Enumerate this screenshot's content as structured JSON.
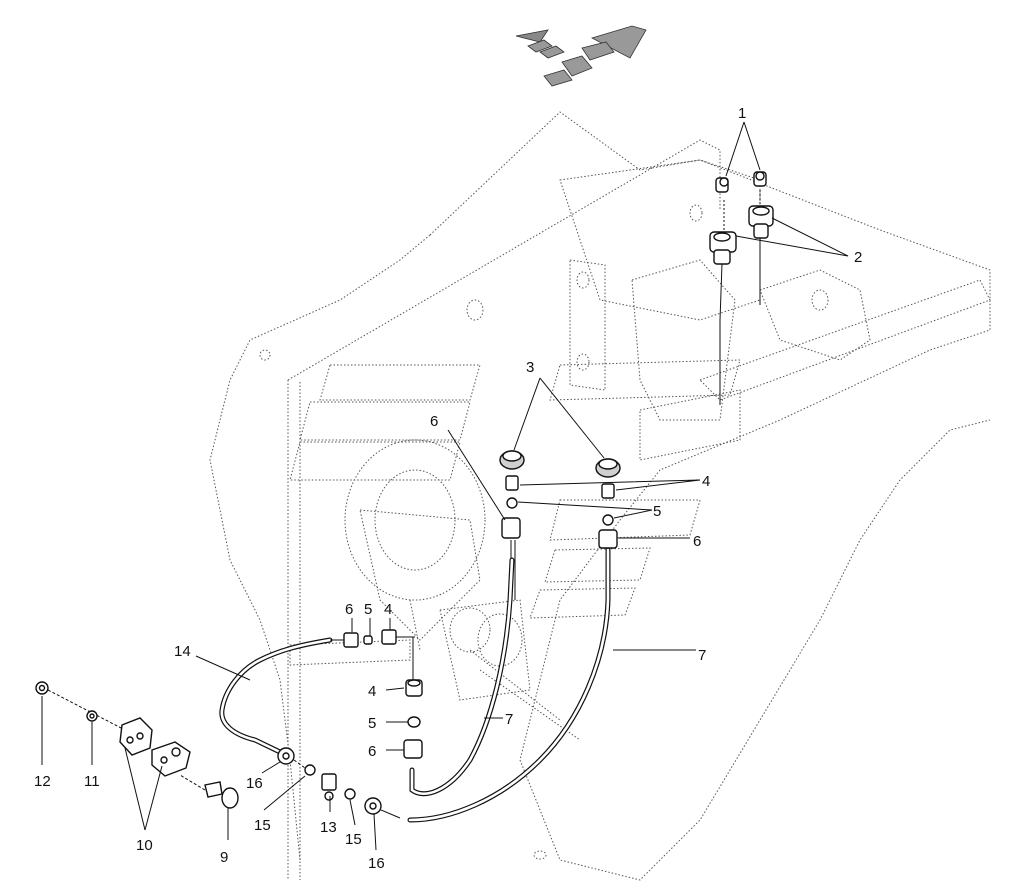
{
  "diagram": {
    "callouts": [
      "1",
      "2",
      "3",
      "4",
      "5",
      "6",
      "7",
      "9",
      "10",
      "11",
      "12",
      "13",
      "14",
      "15",
      "16"
    ],
    "labels": {
      "c1": "1",
      "c2": "2",
      "c3": "3",
      "c4a": "4",
      "c5a": "5",
      "c6a": "6",
      "c6b": "6",
      "c7a": "7",
      "c7b": "7",
      "c6c": "6",
      "c5b": "5",
      "c4b": "4",
      "c4c": "4",
      "c5c": "5",
      "c6d": "6",
      "c14": "14",
      "c12": "12",
      "c11": "11",
      "c10": "10",
      "c9": "9",
      "c16a": "16",
      "c15a": "15",
      "c13": "13",
      "c15b": "15",
      "c16b": "16"
    },
    "icons": [
      "direction-arrows-icon"
    ],
    "colors": {
      "line": "#111111",
      "ghost": "#555555",
      "fill_gray": "#cfcfcf",
      "background": "#ffffff"
    }
  }
}
